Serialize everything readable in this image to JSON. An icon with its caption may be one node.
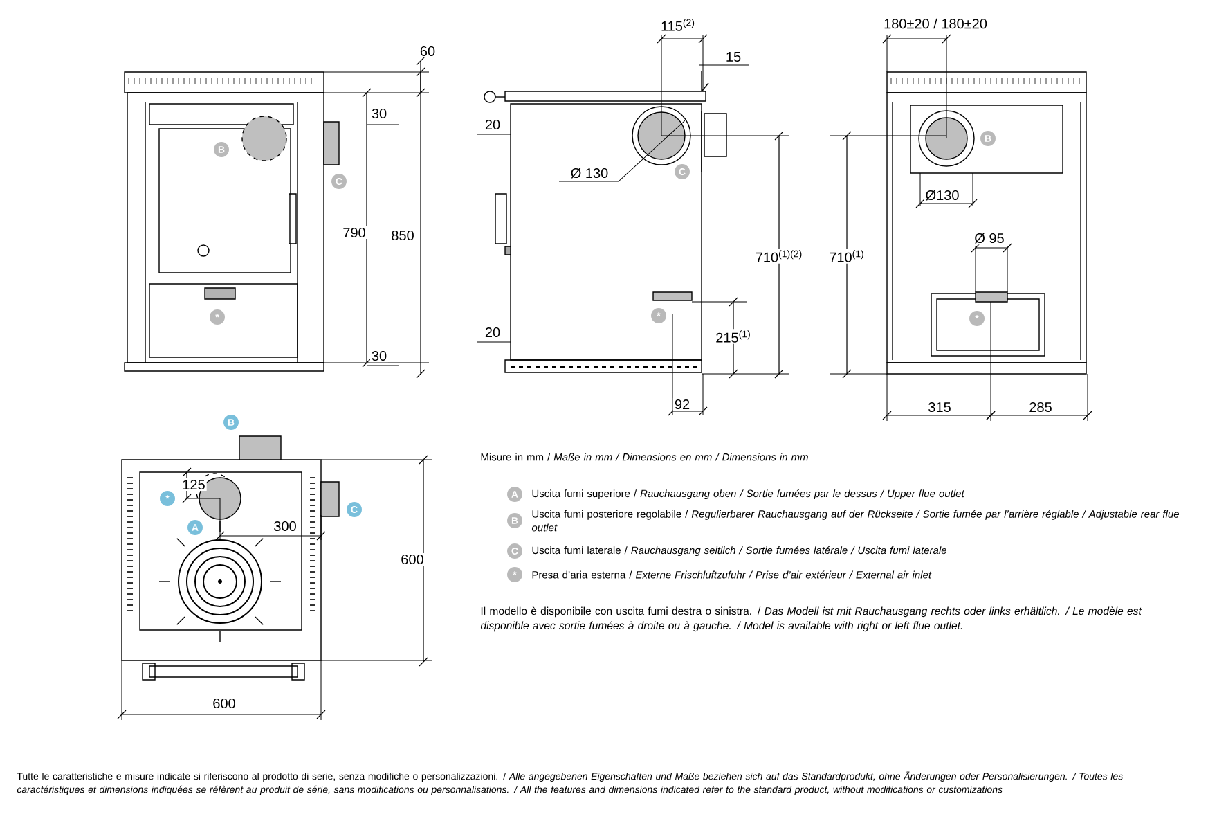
{
  "diagram": {
    "labels": [
      "60",
      "115$^{(2)}$",
      "180±20 / 180±20",
      "15",
      "30",
      "20",
      "B",
      "C",
      "Ø 130",
      "C",
      "B",
      "Ø130",
      "790",
      "850",
      "710$^{(1)(2)}$",
      "710$^{(1)}$",
      "Ø 95",
      "*",
      "*",
      "*",
      "20",
      "215$^{(1)}$",
      "30",
      "92",
      "315",
      "285",
      "B",
      "125",
      "*",
      "C",
      "A",
      "300",
      "Misure in mm / *Maße in mm / Dimensions en mm / Dimensions in mm*",
      "A",
      "Uscita fumi superiore / *Rauchausgang oben / Sortie fumées par le dessus / Upper flue outlet*",
      "B",
      "Uscita fumi posteriore regolabile / *Regulierbarer Rauchausgang auf der Rückseite / Sortie fumée par l’arrière réglable / Adjustable rear flue outlet*",
      "C",
      "Uscita fumi laterale / *Rauchausgang seitlich / Sortie fumées latérale / Uscita fumi laterale*",
      "*",
      "Presa d’aria esterna / *Externe Frischluftzufuhr / Prise d’air extérieur / External air inlet*",
      "600",
      "Il modello è disponibile con uscita fumi destra o sinistra. / *Das Modell ist mit Rauchausgang rechts oder links erhältlich. / Le modèle est disponible avec sortie fumées à droite ou à gauche. / Model is available with right or left flue outlet.*",
      "600",
      "Tutte le caratteristiche e misure indicate si riferiscono al prodotto di serie, senza modifiche o personalizzazioni. / *Alle angegebenen Eigenschaften und Maße beziehen sich auf das Standardprodukt, ohne Änderungen oder Personalisierungen. / Toutes les caractéristiques et dimensions indiquées se réfèrent au produit de série, sans modifications ou personnalisations. / All the features and dimensions indicated refer to the standard product, without modifications or customizations*"
    ]
  }
}
